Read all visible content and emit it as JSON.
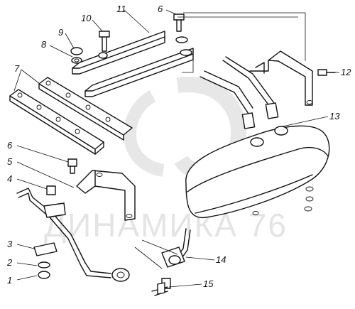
{
  "figure": {
    "watermark_text": "ДИНАМИКА 76",
    "callouts": [
      "1",
      "2",
      "3",
      "4",
      "5",
      "6",
      "6",
      "7",
      "8",
      "9",
      "10",
      "11",
      "12",
      "13",
      "14",
      "15"
    ]
  },
  "colors": {
    "line": "#111111",
    "background": "#ffffff",
    "watermark": "#cfcfcf"
  }
}
